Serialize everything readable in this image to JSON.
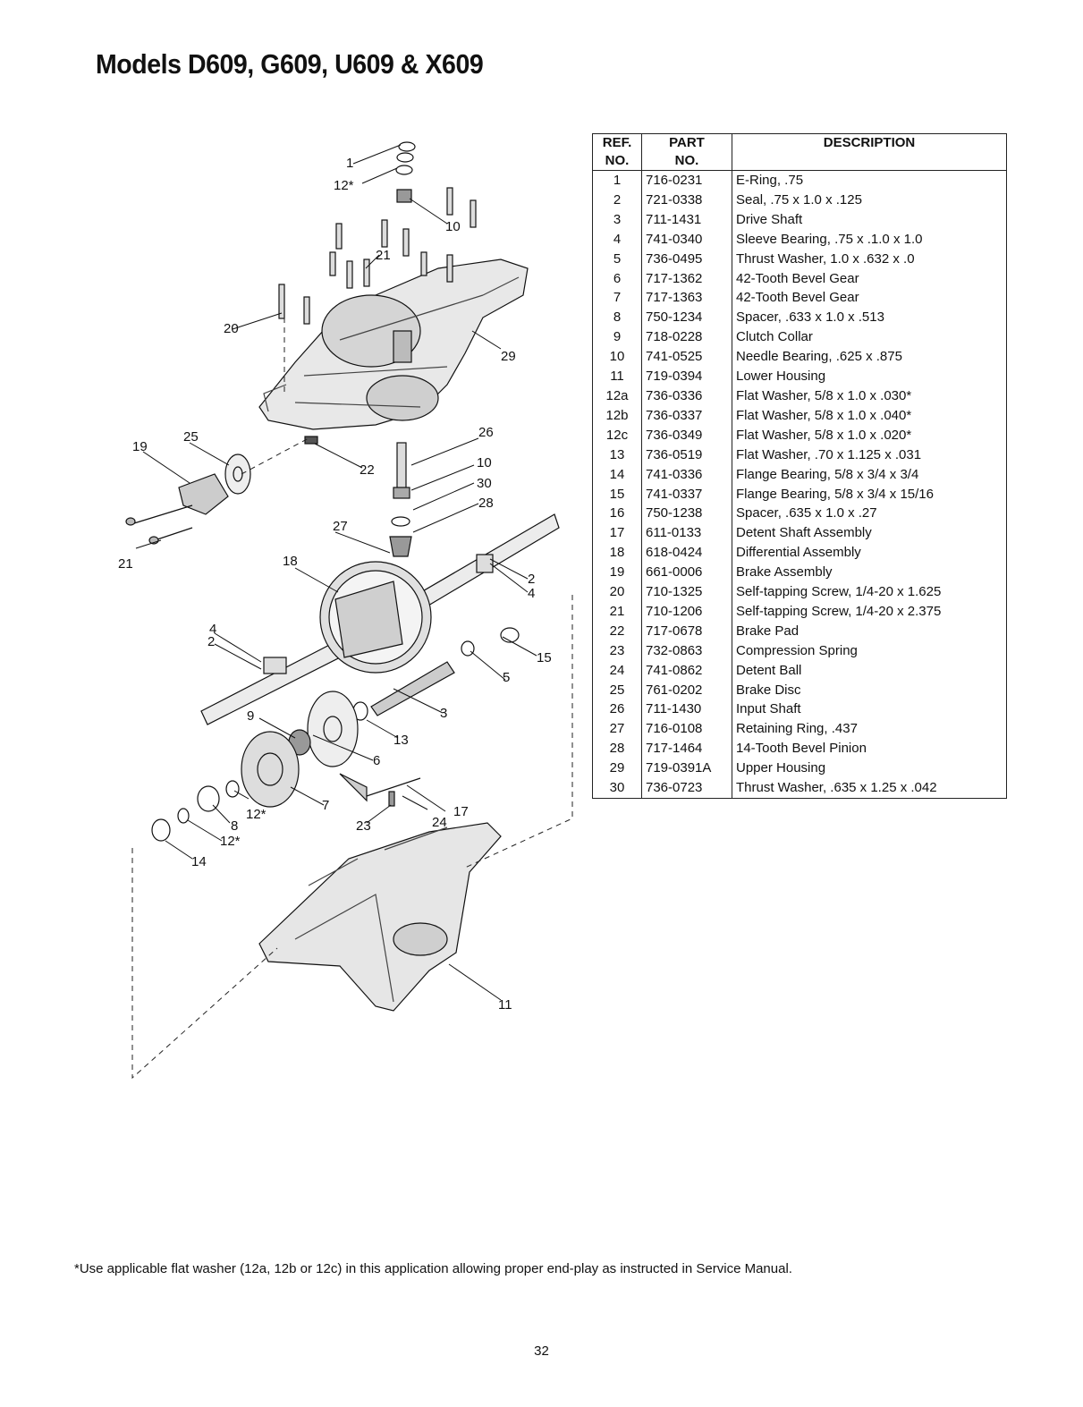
{
  "title": "Models D609, G609, U609 & X609",
  "table": {
    "headers": {
      "ref": [
        "REF.",
        "NO."
      ],
      "part": [
        "PART",
        "NO."
      ],
      "description": "DESCRIPTION"
    },
    "rows": [
      {
        "ref": "1",
        "part": "716-0231",
        "desc": "E-Ring, .75"
      },
      {
        "ref": "2",
        "part": "721-0338",
        "desc": "Seal, .75 x 1.0 x .125"
      },
      {
        "ref": "3",
        "part": "711-1431",
        "desc": "Drive Shaft"
      },
      {
        "ref": "4",
        "part": "741-0340",
        "desc": "Sleeve Bearing, .75 x .1.0 x 1.0"
      },
      {
        "ref": "5",
        "part": "736-0495",
        "desc": "Thrust Washer, 1.0 x .632 x .0"
      },
      {
        "ref": "6",
        "part": "717-1362",
        "desc": "42-Tooth Bevel Gear"
      },
      {
        "ref": "7",
        "part": "717-1363",
        "desc": "42-Tooth Bevel Gear"
      },
      {
        "ref": "8",
        "part": "750-1234",
        "desc": "Spacer, .633 x 1.0 x .513"
      },
      {
        "ref": "9",
        "part": "718-0228",
        "desc": "Clutch Collar"
      },
      {
        "ref": "10",
        "part": "741-0525",
        "desc": "Needle Bearing, .625 x .875"
      },
      {
        "ref": "11",
        "part": "719-0394",
        "desc": "Lower Housing"
      },
      {
        "ref": "12a",
        "part": "736-0336",
        "desc": "Flat Washer, 5/8 x 1.0 x .030*"
      },
      {
        "ref": "12b",
        "part": "736-0337",
        "desc": "Flat Washer, 5/8 x 1.0 x .040*"
      },
      {
        "ref": "12c",
        "part": "736-0349",
        "desc": "Flat Washer, 5/8 x 1.0 x .020*"
      },
      {
        "ref": "13",
        "part": "736-0519",
        "desc": "Flat Washer, .70 x 1.125 x .031"
      },
      {
        "ref": "14",
        "part": "741-0336",
        "desc": "Flange Bearing, 5/8 x 3/4 x 3/4"
      },
      {
        "ref": "15",
        "part": "741-0337",
        "desc": "Flange Bearing, 5/8 x 3/4 x 15/16"
      },
      {
        "ref": "16",
        "part": "750-1238",
        "desc": "Spacer, .635 x 1.0 x .27"
      },
      {
        "ref": "17",
        "part": "611-0133",
        "desc": "Detent Shaft Assembly"
      },
      {
        "ref": "18",
        "part": "618-0424",
        "desc": "Differential Assembly"
      },
      {
        "ref": "19",
        "part": "661-0006",
        "desc": "Brake Assembly"
      },
      {
        "ref": "20",
        "part": "710-1325",
        "desc": "Self-tapping Screw, 1/4-20 x 1.625"
      },
      {
        "ref": "21",
        "part": "710-1206",
        "desc": "Self-tapping Screw, 1/4-20 x 2.375"
      },
      {
        "ref": "22",
        "part": "717-0678",
        "desc": "Brake Pad"
      },
      {
        "ref": "23",
        "part": "732-0863",
        "desc": "Compression Spring"
      },
      {
        "ref": "24",
        "part": "741-0862",
        "desc": "Detent Ball"
      },
      {
        "ref": "25",
        "part": "761-0202",
        "desc": "Brake Disc"
      },
      {
        "ref": "26",
        "part": "711-1430",
        "desc": "Input Shaft"
      },
      {
        "ref": "27",
        "part": "716-0108",
        "desc": "Retaining Ring, .437"
      },
      {
        "ref": "28",
        "part": "717-1464",
        "desc": "14-Tooth Bevel Pinion"
      },
      {
        "ref": "29",
        "part": "719-0391A",
        "desc": "Upper Housing"
      },
      {
        "ref": "30",
        "part": "736-0723",
        "desc": "Thrust Washer, .635 x 1.25 x .042"
      }
    ]
  },
  "callouts": [
    "1",
    "12*",
    "10",
    "21",
    "20",
    "29",
    "25",
    "19",
    "26",
    "22",
    "10",
    "30",
    "28",
    "27",
    "21",
    "18",
    "2",
    "4",
    "4",
    "2",
    "15",
    "5",
    "3",
    "9",
    "13",
    "6",
    "12*",
    "7",
    "17",
    "8",
    "23",
    "24",
    "12*",
    "14",
    "11"
  ],
  "footnote": "*Use applicable flat washer (12a, 12b or 12c) in this application allowing proper end-play as instructed in Service Manual.",
  "page_number": "32"
}
